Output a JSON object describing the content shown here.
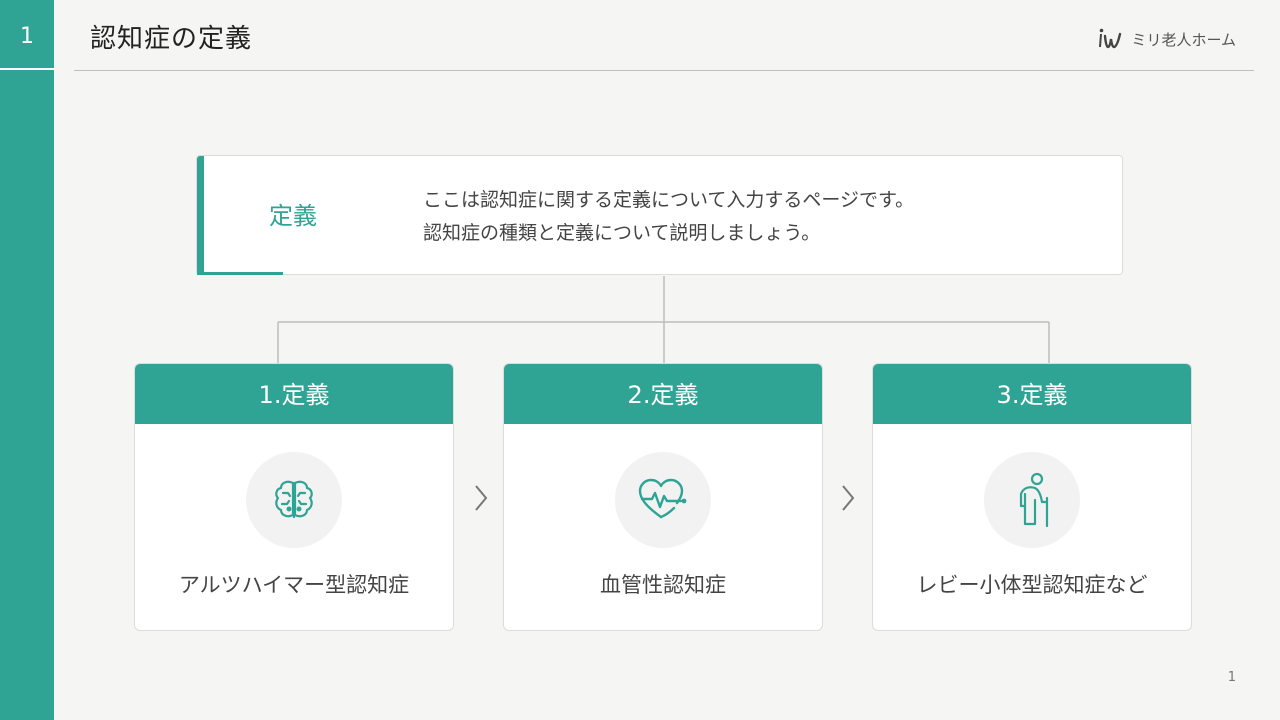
{
  "slide": {
    "number": "1",
    "title": "認知症の定義"
  },
  "brand": {
    "name": "ミリ老人ホーム",
    "logo_icon": "iw-logo-icon"
  },
  "definition": {
    "label": "定義",
    "line1": "ここは認知症に関する定義について入力するページです。",
    "line2": "認知症の種類と定義について説明しましょう。"
  },
  "cards": [
    {
      "title": "1.定義",
      "label": "アルツハイマー型認知症",
      "icon": "brain-icon"
    },
    {
      "title": "2.定義",
      "label": "血管性認知症",
      "icon": "heartbeat-icon"
    },
    {
      "title": "3.定義",
      "label": "レビー小体型認知症など",
      "icon": "elderly-person-icon"
    }
  ],
  "footer": {
    "page_number": "1"
  },
  "colors": {
    "accent": "#2fa494",
    "background": "#f5f5f4",
    "icon_bg": "#f2f2f2"
  }
}
